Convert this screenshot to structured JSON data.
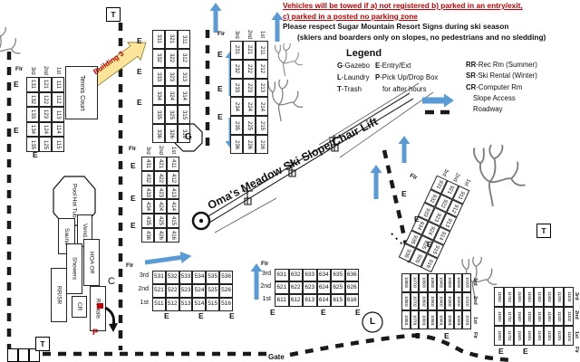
{
  "notices": {
    "line1": "Vehicles will be towed if a) not registered b) parked in an entry/exit,",
    "line2": "c) parked in a posted no parking zone",
    "line3": "Please respect Sugar Mountain Resort Signs during ski season",
    "line4": "(skiers and boarders only on slopes, no pedestrians and no sledding)"
  },
  "legend": {
    "title": "Legend",
    "col1": [
      {
        "k": "G",
        "t": "-Gazebo"
      },
      {
        "k": "L",
        "t": "-Laundry"
      },
      {
        "k": "T",
        "t": "-Trash"
      }
    ],
    "col2": [
      {
        "k": "E",
        "t": "-Entry/Ext"
      },
      {
        "k": "P",
        "t": "-Pick Up/Drop Box"
      },
      {
        "k": "",
        "t": "for after hours"
      }
    ],
    "col3": [
      {
        "k": "RR",
        "t": "-Rec Rm (Summer)"
      },
      {
        "k": "SR",
        "t": "-Ski Rental (Winter)"
      },
      {
        "k": "CR",
        "t": "-Computer Rm"
      },
      {
        "k": "",
        "t": "Slope Access"
      },
      {
        "k": "",
        "t": "Roadway"
      }
    ]
  },
  "slope_label": "Oma's Meadow Ski Slope/Chair Lift",
  "labels": {
    "e": "E",
    "t": "T",
    "g": "G",
    "l": "L",
    "c": "C",
    "p": "P",
    "flr": "Flr",
    "gate": "Gate"
  },
  "facilities": {
    "tennis": "Tennis Court",
    "pool": "Pool Hot Tub",
    "sauna": "Sauna",
    "vend": "Vend.",
    "showers": "Showers",
    "rr_sr": "RR/SR",
    "cr": "CR",
    "hoa": "HOA Off",
    "rentals": "Rentals",
    "building3": "Building 3"
  },
  "buildings": {
    "b1": {
      "floors": [
        "3rd",
        "2nd",
        "1st"
      ],
      "rows": [
        [
          "131",
          "121",
          "111"
        ],
        [
          "132",
          "122",
          "112"
        ],
        [
          "133",
          "123",
          "113"
        ],
        [
          "134",
          "124",
          "114"
        ],
        [
          "135",
          "125",
          "115"
        ]
      ]
    },
    "b2": {
      "floors": [
        "3rd",
        "2nd",
        "1st"
      ],
      "rows": [
        [
          "231",
          "221",
          "211"
        ],
        [
          "232",
          "222",
          "212"
        ],
        [
          "233",
          "223",
          "213"
        ],
        [
          "234",
          "224",
          "214"
        ],
        [
          "235",
          "225",
          "215"
        ],
        [
          "236",
          "226",
          "216"
        ]
      ]
    },
    "b3": {
      "floors": [
        "3rd",
        "2nd",
        "1st"
      ],
      "rows": [
        [
          "331",
          "321",
          "311"
        ],
        [
          "332",
          "322",
          "312"
        ],
        [
          "333",
          "323",
          "313"
        ],
        [
          "334",
          "324",
          "314"
        ],
        [
          "335",
          "325",
          "315"
        ],
        [
          "336",
          "326",
          "316"
        ]
      ]
    },
    "b4": {
      "floors": [
        "3rd",
        "2nd",
        "1st"
      ],
      "rows": [
        [
          "431",
          "421",
          "411"
        ],
        [
          "432",
          "422",
          "412"
        ],
        [
          "433",
          "423",
          "413"
        ],
        [
          "434",
          "424",
          "414"
        ],
        [
          "435",
          "425",
          "415"
        ],
        [
          "436",
          "426",
          "416"
        ]
      ]
    },
    "b9": {
      "floors": [
        "3rd",
        "2nd",
        "1st"
      ],
      "rows": [
        [
          "931",
          "921",
          "911"
        ],
        [
          "932",
          "922",
          "912"
        ],
        [
          "933",
          "923",
          "913"
        ],
        [
          "934",
          "924",
          "914"
        ],
        [
          "935",
          "925",
          "915"
        ],
        [
          "936",
          "926",
          "916"
        ]
      ]
    },
    "b5": {
      "floors": [
        "3rd",
        "2nd",
        "1st"
      ],
      "rows": [
        [
          "531",
          "532",
          "533",
          "534",
          "535",
          "536"
        ],
        [
          "521",
          "522",
          "523",
          "524",
          "525",
          "526"
        ],
        [
          "511",
          "512",
          "513",
          "514",
          "515",
          "516"
        ]
      ]
    },
    "b6": {
      "floors": [
        "3rd",
        "2nd",
        "1st"
      ],
      "rows": [
        [
          "631",
          "632",
          "633",
          "634",
          "635",
          "636"
        ],
        [
          "621",
          "622",
          "623",
          "624",
          "625",
          "626"
        ],
        [
          "611",
          "612",
          "613",
          "614",
          "615",
          "616"
        ]
      ]
    },
    "b10": {
      "floors": [
        "3rd",
        "2nd",
        "1st"
      ],
      "rows": [
        [
          "10803",
          "10703",
          "10603",
          "10503",
          "10403",
          "10303",
          "10203",
          "10103"
        ],
        [
          "10802",
          "10702",
          "10602",
          "10502",
          "10402",
          "10302",
          "10202",
          "10102"
        ],
        [
          "10801",
          "10701",
          "10601",
          "10501",
          "10401",
          "10301",
          "10201",
          "10101"
        ]
      ]
    },
    "b11": {
      "floors": [
        "3rd",
        "2nd",
        "1st"
      ],
      "rows": [
        [
          "11803",
          "11703",
          "11603",
          "11503",
          "11403",
          "11303",
          "11203",
          "11103"
        ],
        [
          "11802",
          "11702",
          "11602",
          "11502",
          "11402",
          "11302",
          "11202",
          "11102"
        ],
        [
          "11801",
          "11701",
          "11601",
          "11501",
          "11401",
          "11301",
          "11201",
          "11101"
        ]
      ]
    }
  }
}
